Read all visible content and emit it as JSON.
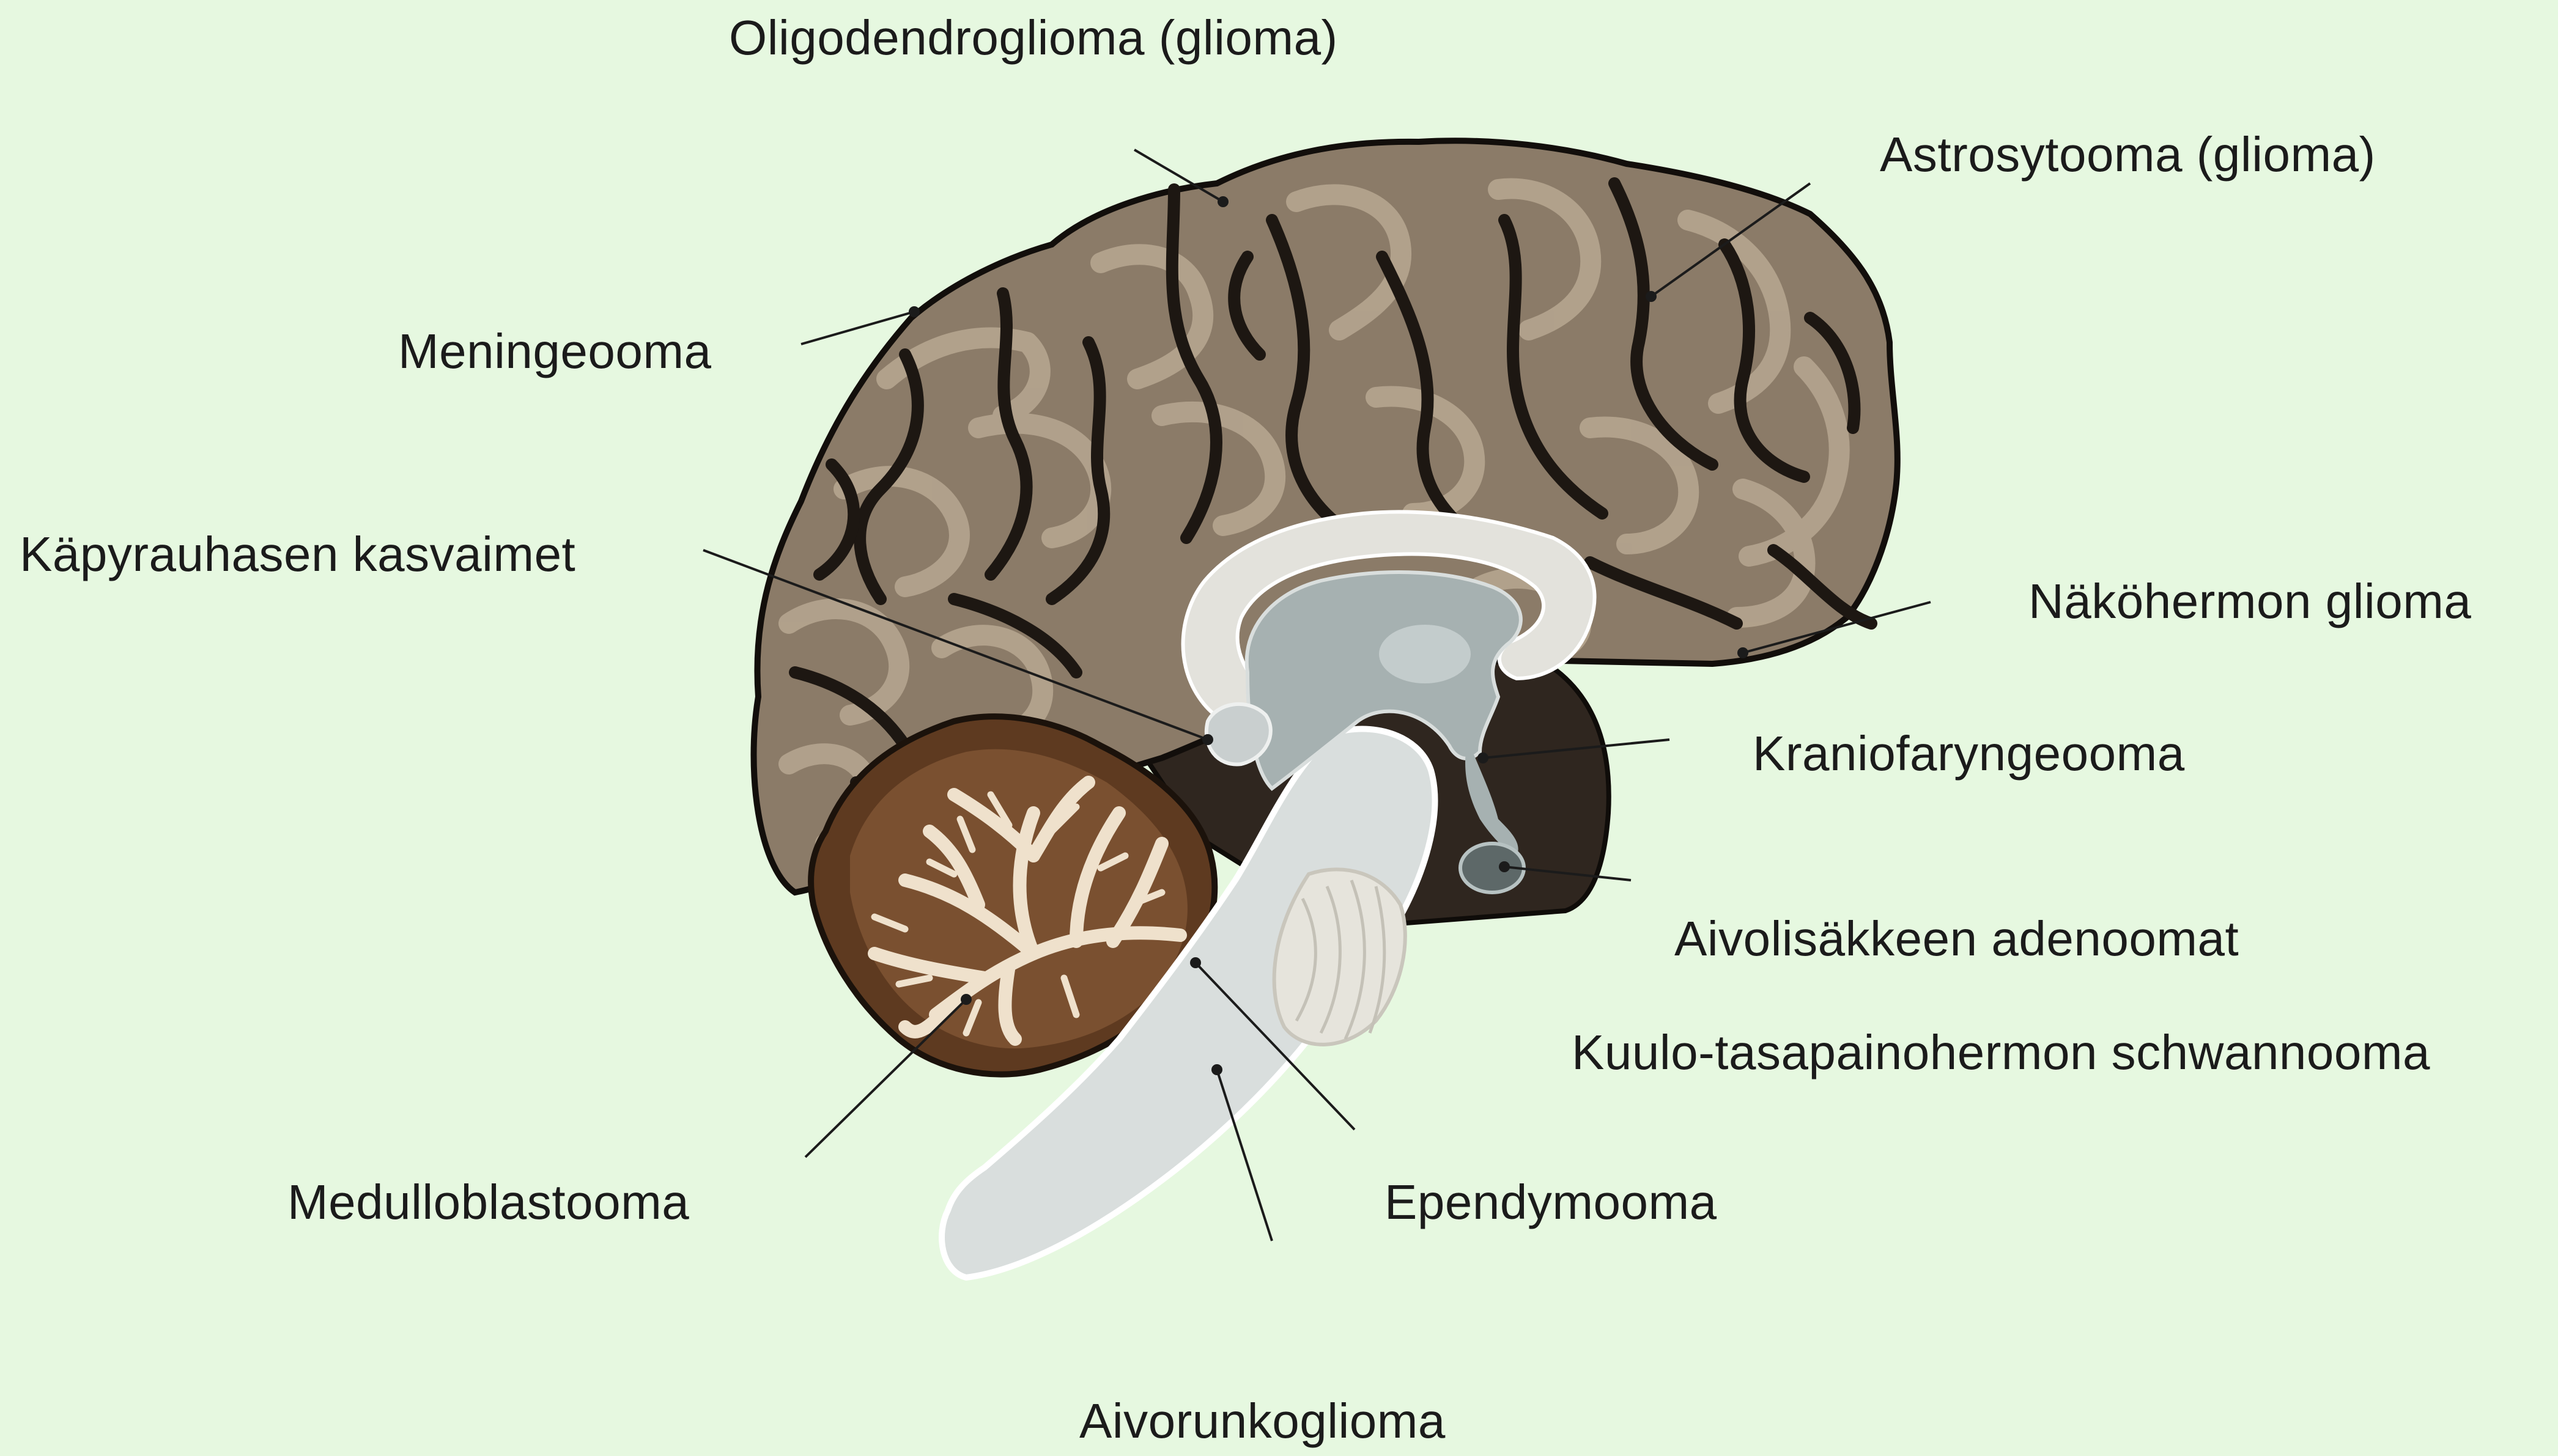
{
  "labels": {
    "oligodendroglioma": "Oligodendroglioma (glioma)",
    "astrocytoma": "Astrosytooma (glioma)",
    "meningioma": "Meningeooma",
    "pineal_tumors": "Käpyrauhasen kasvaimet",
    "optic_glioma": "Näköhermon glioma",
    "craniopharyngioma": "Kraniofaryngeooma",
    "pituitary_adenomas": "Aivolisäkkeen adenoomat",
    "acoustic_schwannoma": "Kuulo-tasapainohermon schwannooma",
    "medulloblastoma": "Medulloblastooma",
    "ependymoma": "Ependymooma",
    "brainstem_glioma": "Aivorunkoglioma"
  },
  "colors": {
    "background": "#e6f8e0",
    "cortex": "#8b7b68",
    "cortex_light": "#b5a58f",
    "sulci": "#1d1712",
    "cerebellum": "#5e3a20",
    "cerebellum_branches": "#efe1cc",
    "brainstem": "#d9dedd",
    "ventricle": "#a6b1b1",
    "corpus_callosum": "#e3e2dc",
    "leader_line": "#1b1b1b"
  }
}
